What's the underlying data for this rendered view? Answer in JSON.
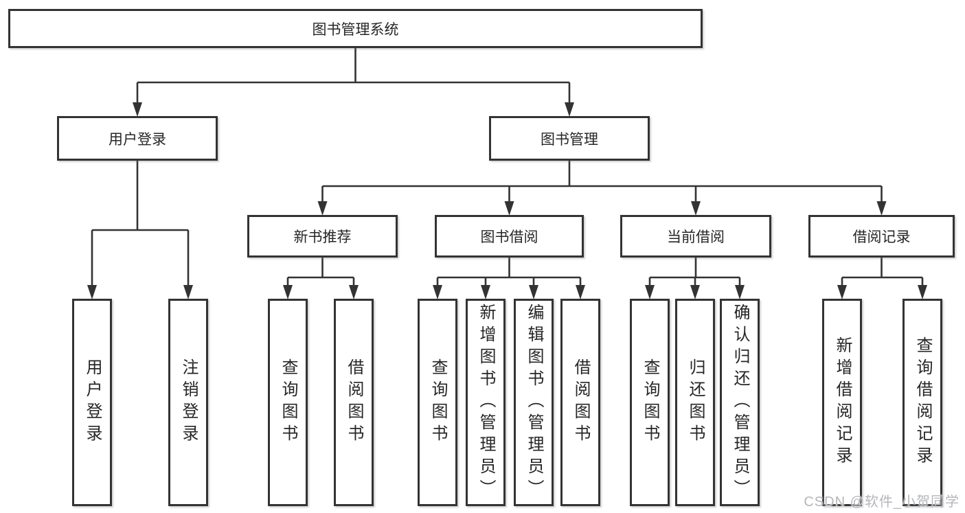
{
  "diagram": {
    "type": "tree",
    "root": {
      "label": "图书管理系统"
    },
    "branches": [
      {
        "label": "用户登录",
        "children": [
          {
            "label": "用户登录"
          },
          {
            "label": "注销登录"
          }
        ]
      },
      {
        "label": "图书管理",
        "children": [
          {
            "label": "新书推荐",
            "children": [
              {
                "label": "查询图书"
              },
              {
                "label": "借阅图书"
              }
            ]
          },
          {
            "label": "图书借阅",
            "children": [
              {
                "label": "查询图书"
              },
              {
                "label": "新增图书（管理员）"
              },
              {
                "label": "编辑图书（管理员）"
              },
              {
                "label": "借阅图书"
              }
            ]
          },
          {
            "label": "当前借阅",
            "children": [
              {
                "label": "查询图书"
              },
              {
                "label": "归还图书"
              },
              {
                "label": "确认归还（管理员）"
              }
            ]
          },
          {
            "label": "借阅记录",
            "children": [
              {
                "label": "新增借阅记录"
              },
              {
                "label": "查询借阅记录"
              }
            ]
          }
        ]
      }
    ]
  },
  "watermark": {
    "text": "CSDN @软件_小贺同学",
    "color": "#b4b6ba"
  },
  "colors": {
    "line": "#333333",
    "text": "#262626",
    "background": "#ffffff"
  }
}
